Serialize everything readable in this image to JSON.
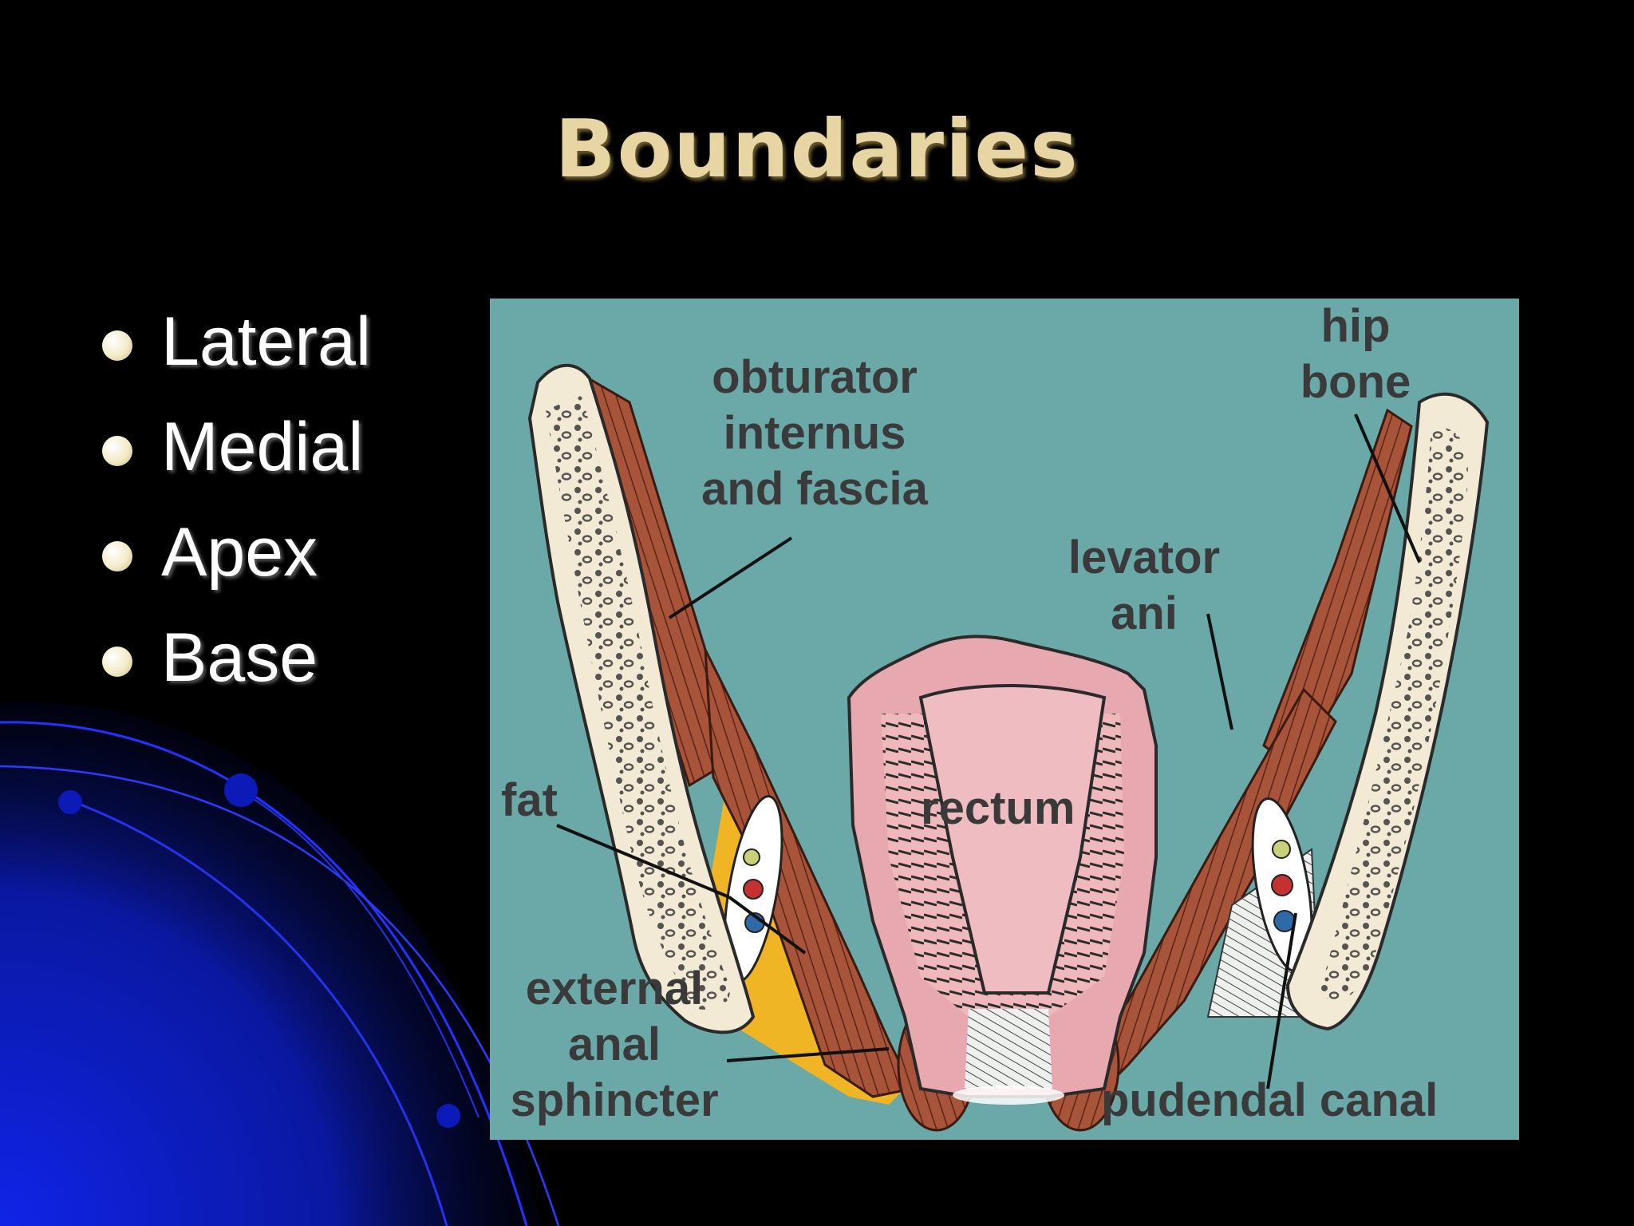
{
  "slide": {
    "title": "Boundaries",
    "bullets": [
      "Lateral",
      "Medial",
      "Apex",
      "Base"
    ]
  },
  "figure": {
    "labels": {
      "obturator": "obturator\ninternus\nand fascia",
      "hip_bone": "hip\nbone",
      "levator": "levator\nani",
      "fat": "fat",
      "rectum": "rectum",
      "external_sphincter": "external\nanal\nsphincter",
      "pudendal_canal": "pudendal canal"
    }
  },
  "colors": {
    "title": "#e7d6a3",
    "diagram_background": "#6aa9a8",
    "bone": "#f3ead6",
    "muscle": "#a8543a",
    "fat": "#f0b524",
    "rectum": "#efb9bc",
    "slide_accent": "#0a1fc8"
  }
}
